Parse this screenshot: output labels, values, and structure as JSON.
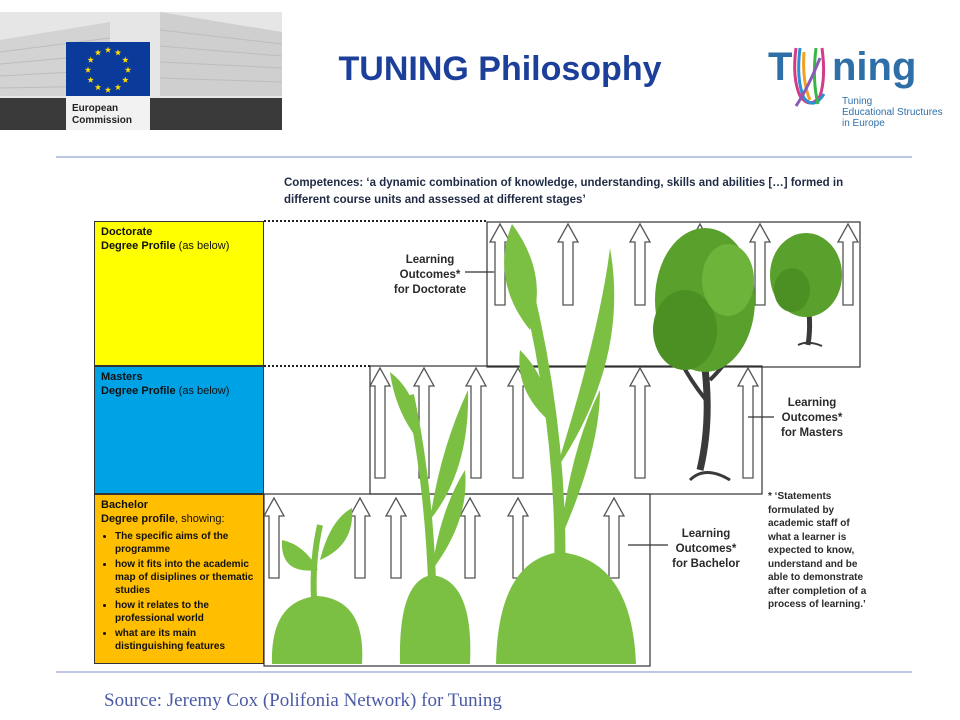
{
  "header": {
    "title": "TUNING Philosophy",
    "ec_logo": {
      "line1": "European",
      "line2": "Commission"
    },
    "tuning_logo": {
      "word": "ning",
      "line1": "Tuning",
      "line2": "Educational Structures",
      "line3": "in Europe"
    }
  },
  "competences_text": "Competences: ‘a dynamic combination of knowledge, understanding, skills and abilities […] formed in different course units and assessed at different stages’",
  "levels": {
    "doctorate": {
      "name": "Doctorate",
      "profile": "Degree Profile",
      "note": "(as below)",
      "color": "#ffff00"
    },
    "masters": {
      "name": "Masters",
      "profile": "Degree Profile",
      "note": "(as below)",
      "color": "#00a2e6"
    },
    "bachelor": {
      "name": "Bachelor",
      "profile": "Degree profile",
      "profile_suffix": ", showing:",
      "color": "#ffbe00",
      "bullets": [
        "The specific aims of the programme",
        "how it fits into the academic map of disiplines or thematic studies",
        "how it relates to the professional world",
        "what are its main distinguishing features"
      ]
    }
  },
  "learning_outcomes": {
    "doctorate": {
      "line1": "Learning",
      "line2": "Outcomes*",
      "line3": "for Doctorate"
    },
    "masters": {
      "line1": "Learning",
      "line2": "Outcomes*",
      "line3": "for Masters"
    },
    "bachelor": {
      "line1": "Learning",
      "line2": "Outcomes*",
      "line3": "for Bachelor"
    }
  },
  "footnote": "*  ‘Statements formulated by academic staff of what a learner is expected to know, understand and be able to demonstrate after completion of a process of learning.’",
  "source": "Source: Jeremy Cox (Polifonia Network) for Tuning",
  "colors": {
    "title": "#1c3f99",
    "plant": "#7bc043",
    "tree": "#5aa02c",
    "eu_blue": "#0a3a9a",
    "eu_star": "#ffdd00",
    "source": "#4a5aa5"
  }
}
